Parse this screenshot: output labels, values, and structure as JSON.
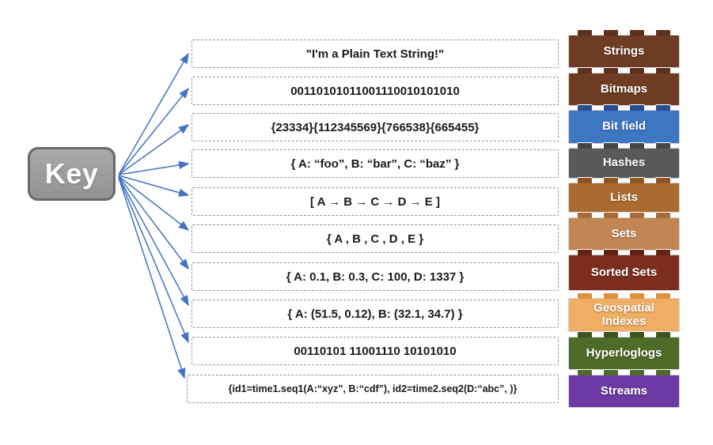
{
  "key": {
    "label": "Key"
  },
  "colors": {
    "arrow": "#4472C4",
    "key_fill": "linear-gradient(#a9a9a9,#929292)",
    "key_border": "#6a6a6a",
    "dashed_border": "#969696"
  },
  "rows": [
    {
      "value": "\"I'm a Plain Text String!\"",
      "type": "Strings",
      "brick": "#6E3B23",
      "stud": "#5C301B"
    },
    {
      "value": "00110101011001110010101010",
      "type": "Bitmaps",
      "brick": "#6E3B23",
      "stud": "#5C301B"
    },
    {
      "value": "{23334}{112345569}{766538}{665455}",
      "type": "Bit field",
      "brick": "#3D76C2",
      "stud": "#2A4D8F"
    },
    {
      "value": "{ A: “foo”, B: “bar”, C: “baz”  }",
      "type": "Hashes",
      "brick": "#58595B",
      "stud": "#454648"
    },
    {
      "value": "[ A → B → C → D → E ]",
      "type": "Lists",
      "brick": "#AA6B31",
      "stud": "#8F5624"
    },
    {
      "value": "{ A , B , C , D , E }",
      "type": "Sets",
      "brick": "#C28655",
      "stud": "#A66B3A"
    },
    {
      "value": "{ A: 0.1, B: 0.3, C: 100, D: 1337 }",
      "type": "Sorted Sets",
      "brick": "#7C2D1E",
      "stud": "#652214"
    },
    {
      "value": "{ A: (51.5, 0.12), B: (32.1, 34.7)  }",
      "type": "Geospatial Indexes",
      "brick": "#EFAE63",
      "stud": "#DB923F"
    },
    {
      "value": "00110101 11001110 10101010",
      "type": "Hyperloglogs",
      "brick": "#4E6B28",
      "stud": "#3C541E"
    },
    {
      "value": "{id1=time1.seq1(A:“xyz”, B:“cdf”), id2=time2.seq2(D:“abc”, )}",
      "type": "Streams",
      "brick": "#6C3AA2",
      "stud": "#4E6B28"
    }
  ]
}
